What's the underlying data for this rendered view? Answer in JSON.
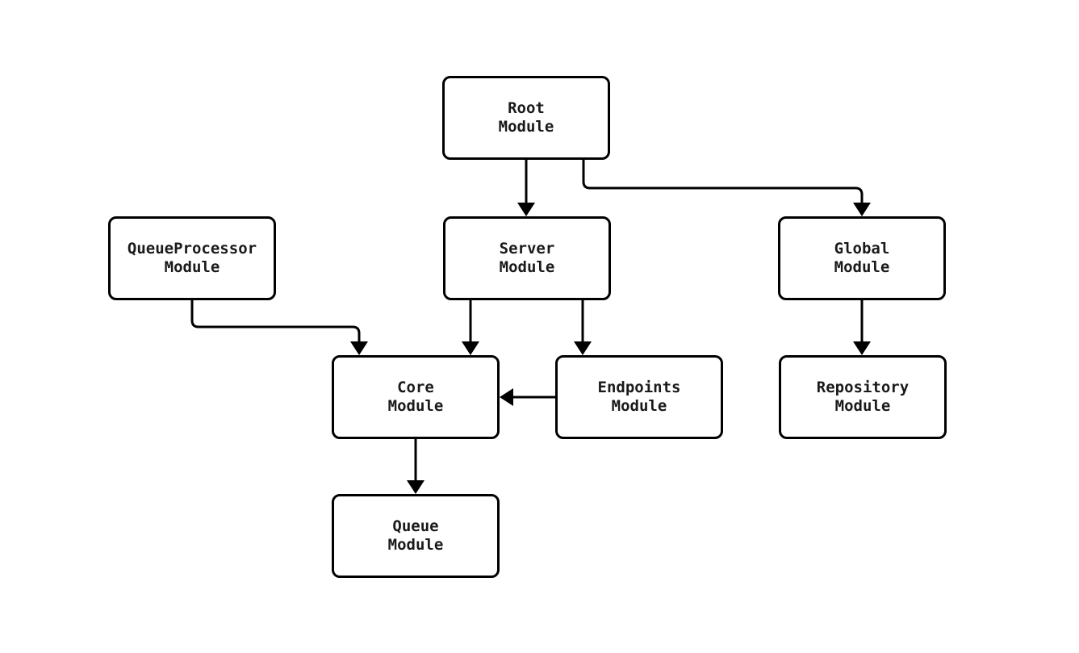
{
  "diagram": {
    "type": "module-dependency-flowchart",
    "background_color": "#ffffff",
    "node_border_color": "#000000",
    "node_fill_color": "#ffffff",
    "edge_color": "#000000",
    "nodes": [
      {
        "id": "root",
        "label": "Root\nModule"
      },
      {
        "id": "queueprocessor",
        "label": "QueueProcessor\nModule"
      },
      {
        "id": "server",
        "label": "Server\nModule"
      },
      {
        "id": "global",
        "label": "Global\nModule"
      },
      {
        "id": "core",
        "label": "Core\nModule"
      },
      {
        "id": "endpoints",
        "label": "Endpoints\nModule"
      },
      {
        "id": "repository",
        "label": "Repository\nModule"
      },
      {
        "id": "queue",
        "label": "Queue\nModule"
      }
    ],
    "edges": [
      {
        "from": "root",
        "to": "server"
      },
      {
        "from": "root",
        "to": "global"
      },
      {
        "from": "queueprocessor",
        "to": "core"
      },
      {
        "from": "server",
        "to": "core"
      },
      {
        "from": "server",
        "to": "endpoints"
      },
      {
        "from": "endpoints",
        "to": "core"
      },
      {
        "from": "global",
        "to": "repository"
      },
      {
        "from": "core",
        "to": "queue"
      }
    ]
  }
}
